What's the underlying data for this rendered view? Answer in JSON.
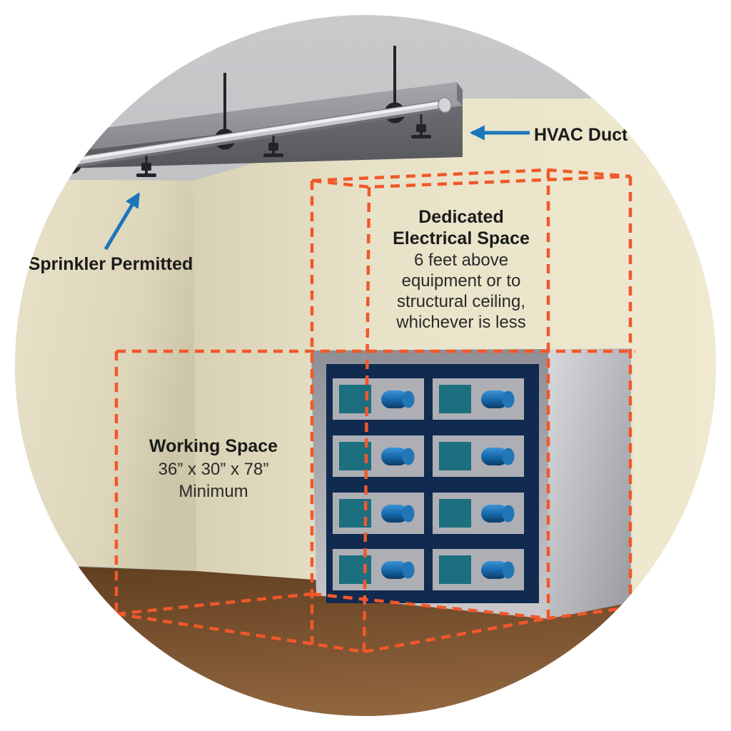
{
  "diagram": {
    "hvac_label": "HVAC Duct",
    "sprinkler_label": "Sprinkler Permitted",
    "dedicated_space": {
      "title_line_1": "Dedicated",
      "title_line_2": "Electrical Space",
      "description_lines": [
        "6 feet above",
        "equipment or to",
        "structural ceiling,",
        "whichever is less"
      ]
    },
    "working_space": {
      "title": "Working Space",
      "dimensions": "36” x 30” x 78”",
      "qualifier": "Minimum"
    },
    "equipment": {
      "type": "electrical-panel",
      "breaker_rows": 4,
      "breaker_columns": 2
    },
    "colors": {
      "boundary_dash": "#F1582B",
      "arrow_blue": "#1B75BC",
      "panel_navy": "#112A50",
      "breaker_gray": "#AEAEB5",
      "screen_teal": "#1C6F7E",
      "handle_blue": "#1E74B4",
      "wall_beige": "#E6E0C6",
      "floor_brown": "#7A5230",
      "ceiling_gray": "#B0B1B4",
      "text_color": "#1B1B1B"
    }
  }
}
